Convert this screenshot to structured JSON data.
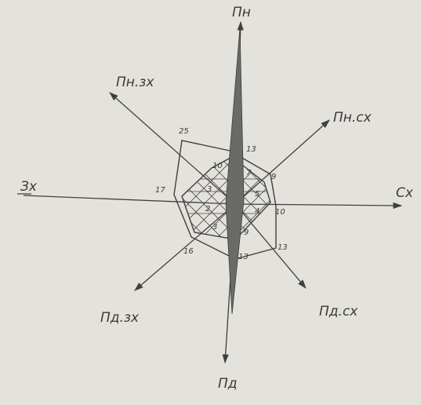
{
  "directions": {
    "north": "Пн",
    "northeast": "Пн.сх",
    "east": "Сх",
    "southeast": "Пд.сх",
    "south": "Пд",
    "southwest": "Пд.зх",
    "west": "Зх",
    "northwest": "Пн.зх"
  },
  "outer_values": {
    "north": "13",
    "northeast": "9",
    "east": "10",
    "southeast": "13",
    "south": "13",
    "southwest": "16",
    "west": "17",
    "northwest": "25"
  },
  "inner_values": {
    "north": "7",
    "northeast": "5",
    "east": "4",
    "southeast": "9",
    "south": "3",
    "southwest": "2",
    "west": "3",
    "northwest": "10"
  },
  "colors": {
    "background": "#e4e2dc",
    "ink": "#3f3f3d",
    "spike": "#6a6a68"
  }
}
